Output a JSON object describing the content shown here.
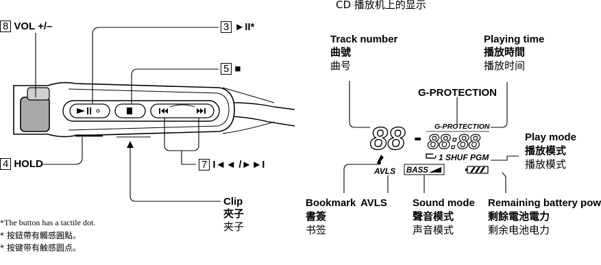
{
  "header": {
    "title": "CD 播放机上的显示"
  },
  "remote": {
    "vol": {
      "num": "8",
      "label": "VOL +/–"
    },
    "play": {
      "num": "3",
      "label": "►II*"
    },
    "stop": {
      "num": "5",
      "label": "■"
    },
    "hold": {
      "num": "4",
      "label": "HOLD"
    },
    "skip": {
      "num": "7",
      "label": "I◄◄ /►►I"
    },
    "clip": {
      "en": "Clip",
      "zh_trad": "夾子",
      "zh_simp": "夹子"
    },
    "footnote": {
      "en": "*The button has a tactile dot.",
      "zh_trad": "* 按鈕帶有觸感圓點。",
      "zh_simp": "* 按键带有触感圆点。"
    }
  },
  "display": {
    "track_number": {
      "en": "Track number",
      "zh_trad": "曲號",
      "zh_simp": "曲号"
    },
    "playing_time": {
      "en": "Playing time",
      "zh_trad": "播放時間",
      "zh_simp": "播放时间"
    },
    "g_protection": {
      "label": "G-PROTECTION",
      "lcd_text": "G-PROTECTION"
    },
    "play_mode": {
      "en": "Play mode",
      "zh_trad": "播放模式",
      "zh_simp": "播放模式"
    },
    "bookmark": {
      "en": "Bookmark",
      "zh_trad": "書簽",
      "zh_simp": "书签"
    },
    "avls": {
      "en": "AVLS"
    },
    "sound_mode": {
      "en": "Sound mode",
      "zh_trad": "聲音模式",
      "zh_simp": "声音模式"
    },
    "battery": {
      "en": "Remaining battery power",
      "zh_trad": "剩餘電池電力",
      "zh_simp": "剩余电池电力"
    },
    "lcd": {
      "digits_track": "88",
      "dash": "-",
      "digits_time": "88:88",
      "mode_text": "1 SHUF PGM",
      "avls": "AVLS",
      "bass": "BASS"
    }
  }
}
